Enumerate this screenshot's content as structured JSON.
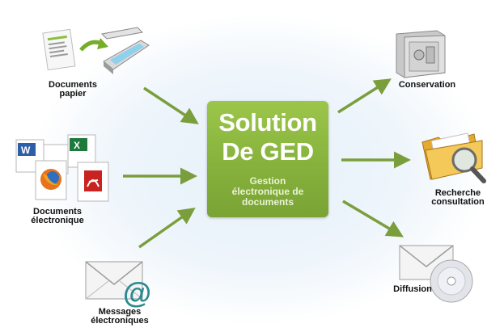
{
  "center": {
    "title_line1": "Solution",
    "title_line2": "De GED",
    "subtitle_line1": "Gestion",
    "subtitle_line2": "électronique de",
    "subtitle_line3": "documents"
  },
  "inputs": {
    "paper_line1": "Documents",
    "paper_line2": "papier",
    "electronic_line1": "Documents",
    "electronic_line2": "électronique",
    "messages_line1": "Messages",
    "messages_line2": "électroniques"
  },
  "outputs": {
    "conservation": "Conservation",
    "search_line1": "Recherche",
    "search_line2": "consultation",
    "diffusion": "Diffusion"
  },
  "colors": {
    "arrow": "#7a9e3c",
    "box": "#8ab73f"
  }
}
